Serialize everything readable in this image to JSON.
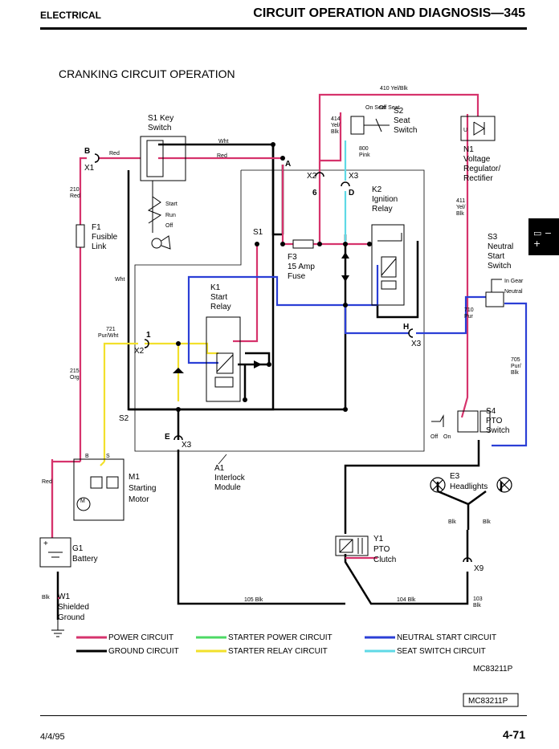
{
  "header": {
    "left": "ELECTRICAL",
    "right": "CIRCUIT OPERATION AND DIAGNOSIS—345"
  },
  "footer": {
    "date": "4/4/95",
    "page": "4-71"
  },
  "diagram": {
    "title": "CRANKING CIRCUIT OPERATION",
    "figure_id": "MC83211P",
    "components": {
      "s1_key": [
        "S1 Key",
        "Switch"
      ],
      "s2_seat": [
        "S2",
        "Seat",
        "Switch"
      ],
      "n1_reg": [
        "N1",
        "Voltage",
        "Regulator/",
        "Rectifier"
      ],
      "k2_relay": [
        "K2",
        "Ignition",
        "Relay"
      ],
      "s3_neutral": [
        "S3",
        "Neutral",
        "Start",
        "Switch"
      ],
      "f1_link": [
        "F1",
        "Fusible",
        "Link"
      ],
      "f3_fuse": [
        "F3",
        "15 Amp",
        "Fuse"
      ],
      "k1_relay": [
        "K1",
        "Start",
        "Relay"
      ],
      "s4_pto": [
        "S4",
        "PTO",
        "Switch"
      ],
      "a1_module": [
        "A1",
        "Interlock",
        "Module"
      ],
      "m1_motor": [
        "M1",
        "Starting",
        "Motor"
      ],
      "e3_lights": [
        "E3",
        "Headlights"
      ],
      "g1_battery": [
        "G1",
        "Battery"
      ],
      "y1_clutch": [
        "Y1",
        "PTO",
        "Clutch"
      ],
      "w1_ground": [
        "W1",
        "Shielded",
        "Ground"
      ]
    },
    "key_positions": [
      "Start",
      "Run",
      "Off"
    ],
    "seat_positions": {
      "on": "On\nSeat",
      "off": "Off\nSeat"
    },
    "s3_positions": [
      "In Gear",
      "Neutral"
    ],
    "s4_positions": [
      "Off",
      "On"
    ],
    "wires": {
      "w410": "410 Yel/Blk",
      "w414": [
        "414",
        "Yel/",
        "Blk"
      ],
      "w800": [
        "800",
        "Pink"
      ],
      "w411": [
        "411",
        "Yel/",
        "Blk"
      ],
      "w210": [
        "210",
        "Red"
      ],
      "w721": [
        "721",
        "Pur/Wht"
      ],
      "w215": [
        "215",
        "Org"
      ],
      "w710": [
        "710",
        "Pur"
      ],
      "w705": [
        "705",
        "Pur/",
        "Blk"
      ],
      "w105": "105 Blk",
      "w104": "104 Blk",
      "w103": [
        "103",
        "Blk"
      ],
      "red": "Red",
      "wht": "Wht",
      "blk": "Blk"
    },
    "connectors": {
      "B": "B",
      "X1": "X1",
      "A": "A",
      "X2": "X2",
      "6": "6",
      "X3": "X3",
      "D": "D",
      "S1": "S1",
      "S2": "S2",
      "1": "1",
      "H": "H",
      "E": "E",
      "X9": "X9",
      "M_B": "B",
      "M_S": "S",
      "motor_m": "M"
    },
    "legend": [
      {
        "label": "POWER CIRCUIT",
        "color": "#d6336c"
      },
      {
        "label": "GROUND CIRCUIT",
        "color": "#000000"
      },
      {
        "label": "STARTER POWER CIRCUIT",
        "color": "#4cd964"
      },
      {
        "label": "STARTER RELAY CIRCUIT",
        "color": "#f2e02b"
      },
      {
        "label": "NEUTRAL START CIRCUIT",
        "color": "#2b3fd6"
      },
      {
        "label": "SEAT SWITCH CIRCUIT",
        "color": "#5fd9e6"
      }
    ]
  }
}
